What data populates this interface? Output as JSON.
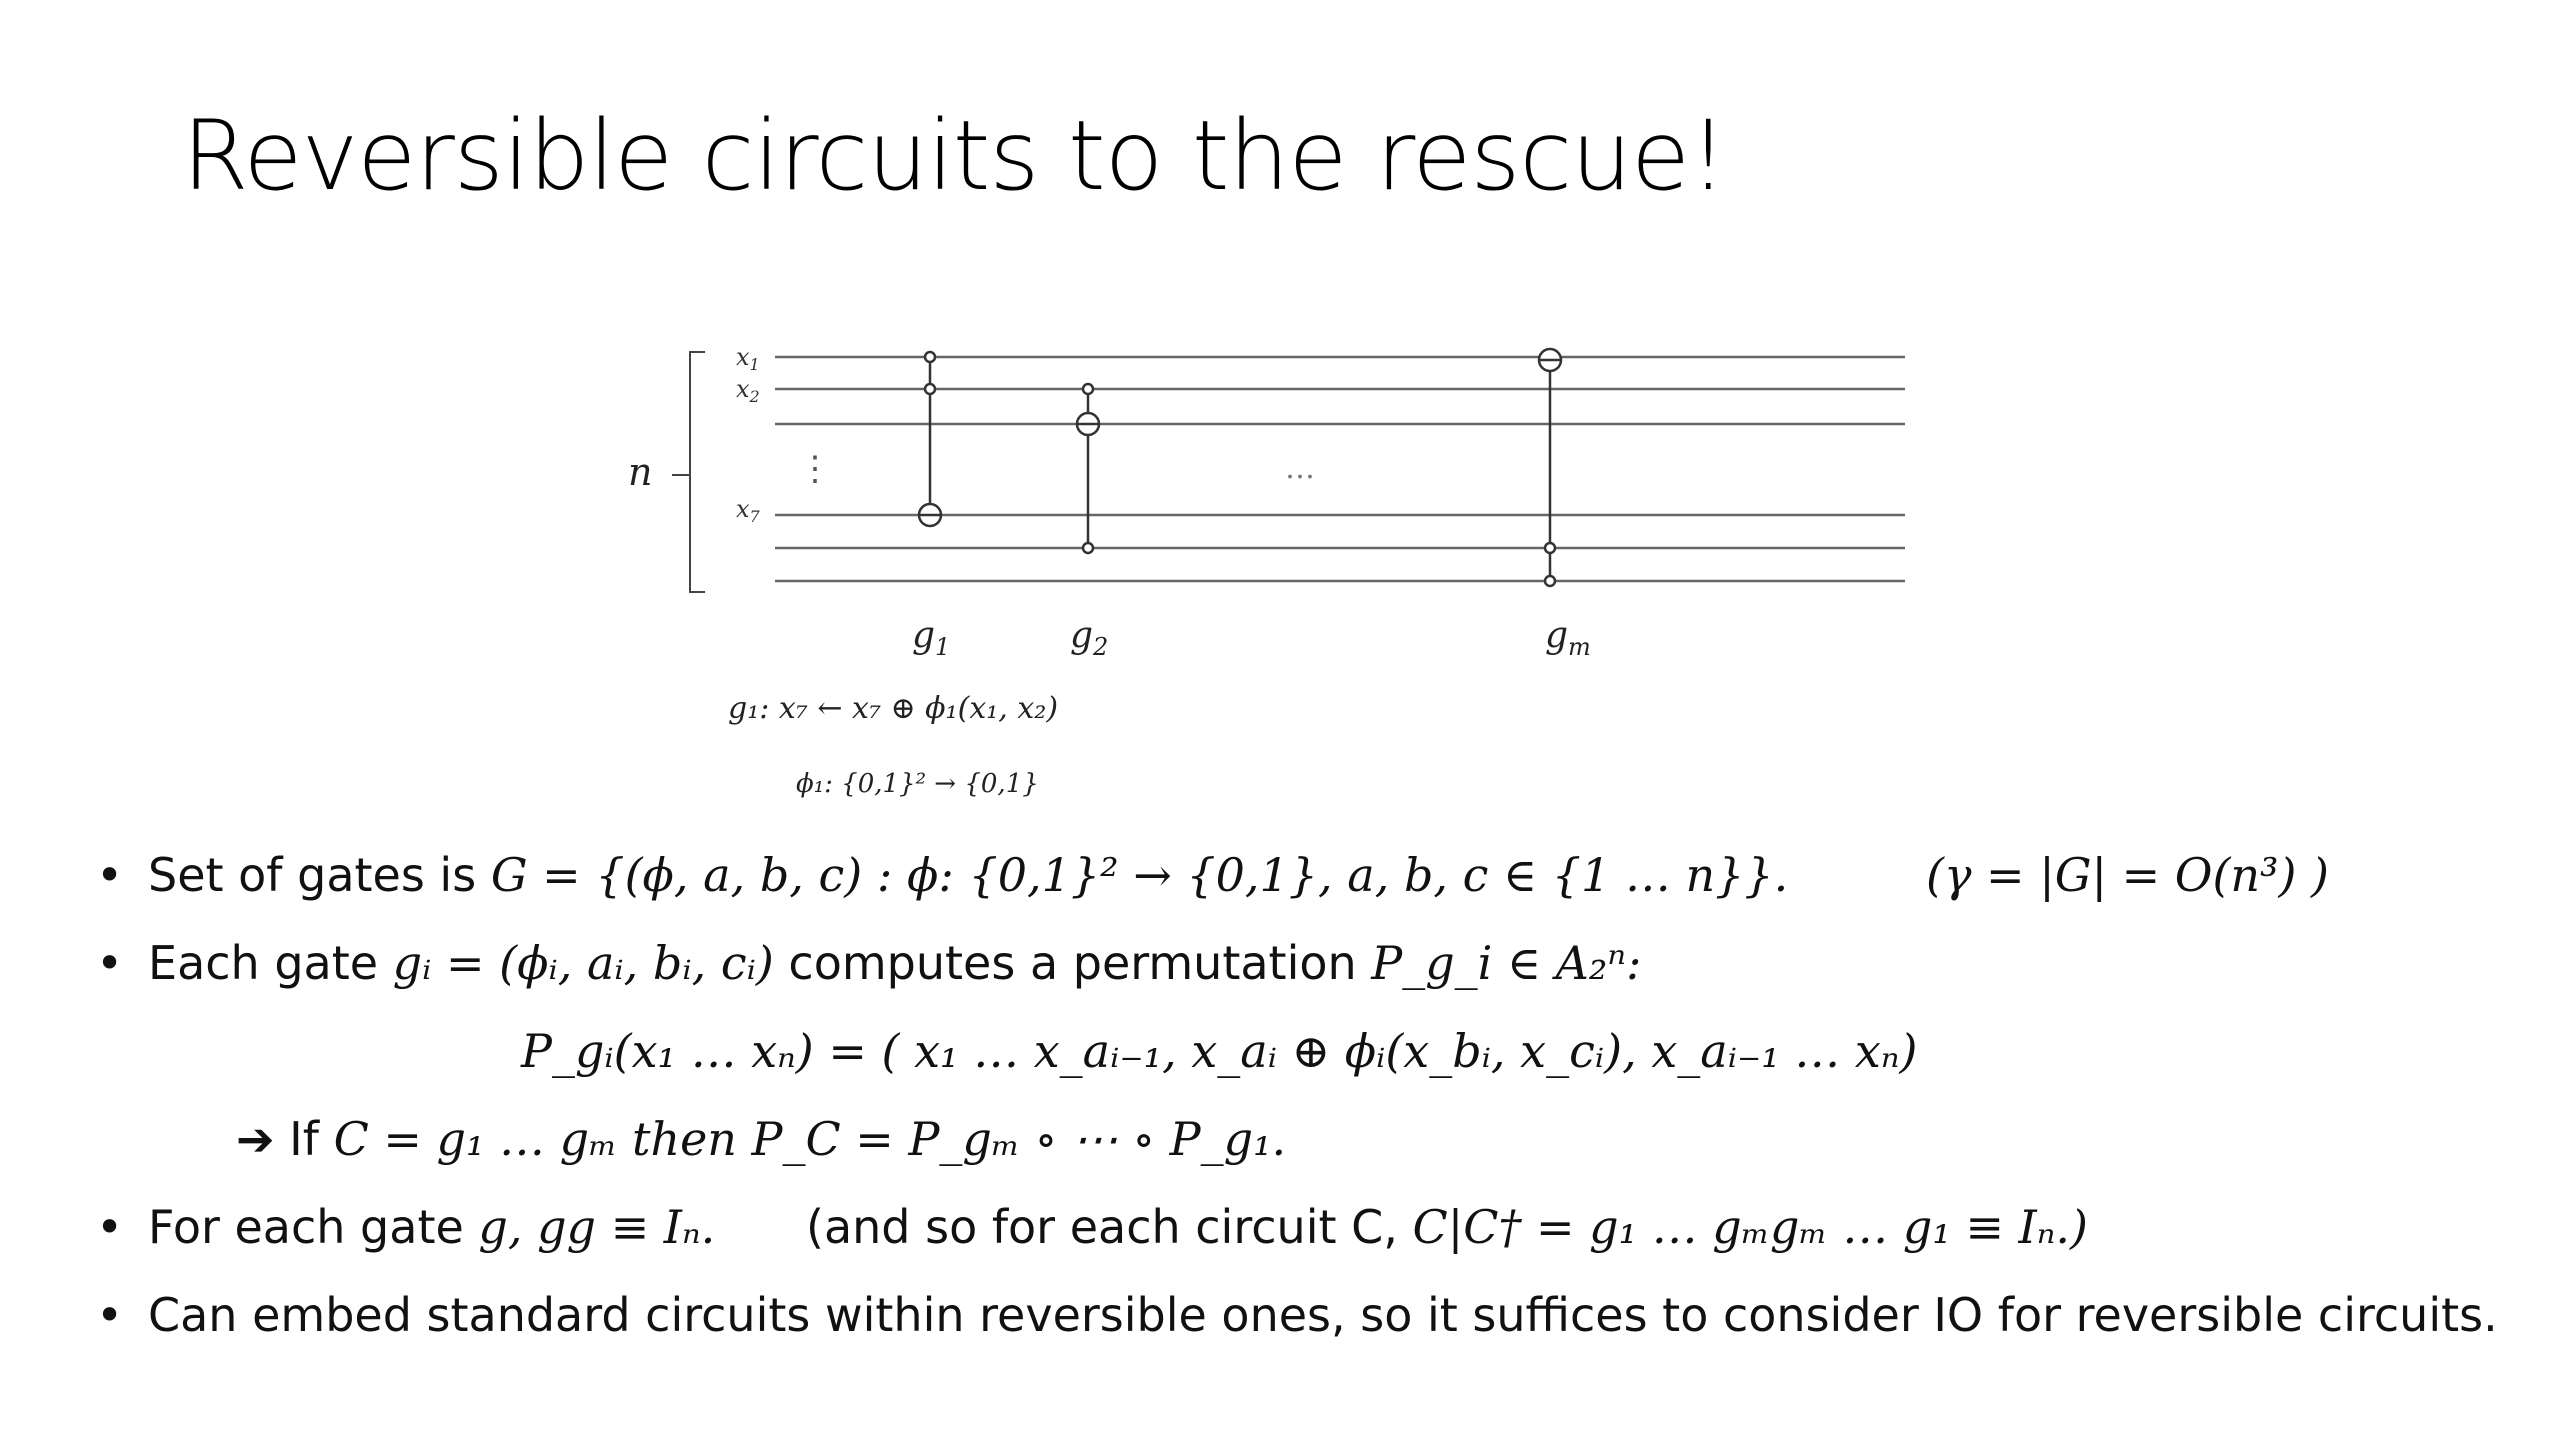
{
  "slide": {
    "title": "Reversible circuits to the rescue!"
  },
  "circuit": {
    "n_label": "n",
    "wires": [
      "x1",
      "x2",
      "",
      "x7",
      "",
      ""
    ],
    "wire_labels": {
      "x1": "x",
      "x1_sub": "1",
      "x2": "x",
      "x2_sub": "2",
      "x7": "x",
      "x7_sub": "7"
    },
    "vdots": "⋮",
    "ellipsis": "…",
    "gates": [
      {
        "label": "g",
        "sub": "1"
      },
      {
        "label": "g",
        "sub": "2"
      },
      {
        "label": "g",
        "sub": "m"
      }
    ],
    "def_line": "g₁:   x₇ ← x₇ ⊕ ϕ₁(x₁, x₂)",
    "phi_line": "ϕ₁: {0,1}² → {0,1}"
  },
  "bullets": {
    "b1_text": "Set  of gates is ",
    "b1_math": "G = {(ϕ, a, b, c)  :  ϕ: {0,1}² → {0,1},  a, b, c ∈ {1 … n}}.",
    "b1_extra": "(γ =  |G| = O(n³) )",
    "b2_text": "Each  gate ",
    "b2_math1": "gᵢ = (ϕᵢ, aᵢ, bᵢ, cᵢ)",
    "b2_text2": " computes a permutation ",
    "b2_math2": "P_g_i ∈ A₂ⁿ:",
    "formula": "P_gᵢ(x₁ … xₙ) = ( x₁ … x_aᵢ₋₁, x_aᵢ ⊕ ϕᵢ(x_bᵢ, x_cᵢ), x_aᵢ₋₁ … xₙ)",
    "arrow": "➔",
    "implies_text": " If ",
    "implies_math": "C = g₁ … gₘ    then  P_C = P_gₘ ∘ ⋯ ∘ P_g₁.",
    "b3_text": "For each gate ",
    "b3_math": "g,   gg ≡ Iₙ.",
    "b3_extra_text": "(and so for each circuit  C,   ",
    "b3_extra_math": "C|C† = g₁ … gₘgₘ … g₁ ≡ Iₙ.)",
    "b4_text": "Can embed standard circuits within  reversible ones,  so it suffices to consider  IO for reversible circuits.",
    "dot": "•"
  }
}
